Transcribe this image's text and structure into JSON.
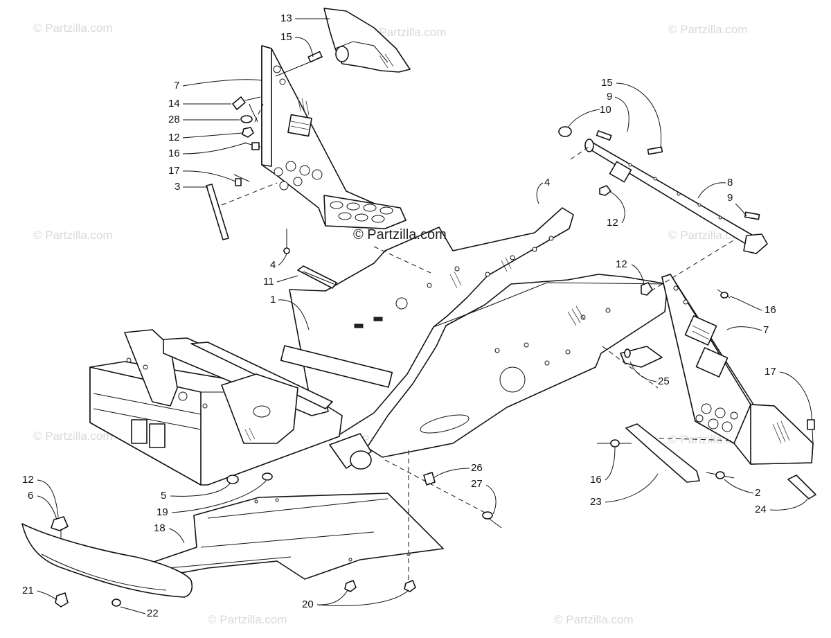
{
  "watermarks": [
    {
      "text": "© Partzilla.com"
    },
    {
      "text": "© Partzilla.com"
    },
    {
      "text": "© Partzilla.com"
    },
    {
      "text": "© Partzilla.com"
    },
    {
      "text": "© Partzilla.com"
    },
    {
      "text": "© Partzilla.com"
    },
    {
      "text": "© Partzilla.com"
    },
    {
      "text": "© Partzilla.com"
    },
    {
      "text": "© Partzilla.com"
    },
    {
      "text": "© Partzilla.com"
    }
  ],
  "center_watermark": "© Partzilla.com",
  "callouts": [
    "13",
    "15",
    "7",
    "14",
    "28",
    "12",
    "16",
    "17",
    "3",
    "4",
    "11",
    "1",
    "15",
    "9",
    "10",
    "8",
    "9",
    "12",
    "4",
    "12",
    "16",
    "7",
    "17",
    "25",
    "5",
    "19",
    "12",
    "6",
    "18",
    "21",
    "22",
    "20",
    "26",
    "27",
    "16",
    "23",
    "2",
    "24"
  ]
}
